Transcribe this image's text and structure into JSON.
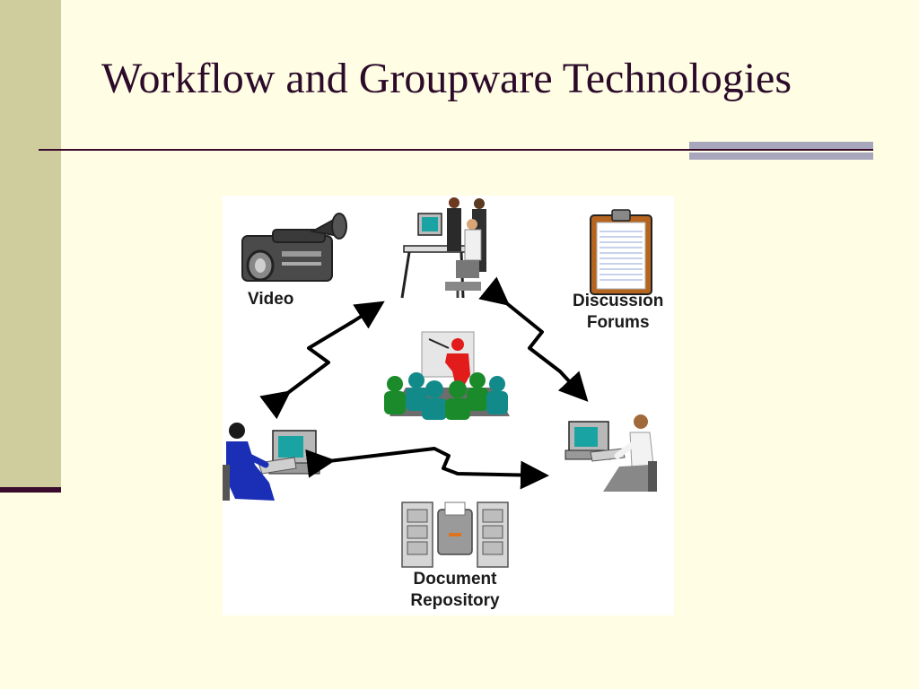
{
  "slide": {
    "title": "Workflow and Groupware Technologies"
  },
  "diagram": {
    "labels": {
      "video": "Video",
      "discussion_line1": "Discussion",
      "discussion_line2": "Forums",
      "document_line1": "Document",
      "document_line2": "Repository"
    }
  },
  "colors": {
    "background": "#fffde3",
    "left_bar": "#cfcc9d",
    "accent_dark": "#3a0b2c",
    "rule_accent": "#a8a6bd"
  }
}
